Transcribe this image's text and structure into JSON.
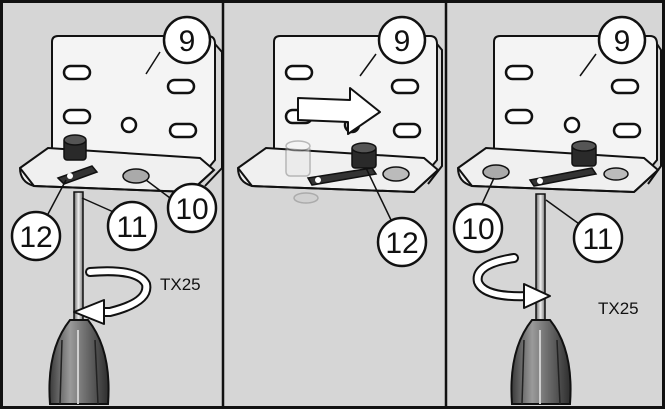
{
  "panels": [
    {
      "id": "step-1",
      "callouts": [
        {
          "id": "bracket",
          "label": "9"
        },
        {
          "id": "pin",
          "label": "10"
        },
        {
          "id": "screw",
          "label": "11"
        },
        {
          "id": "lever",
          "label": "12"
        }
      ],
      "tool_label": "TX25"
    },
    {
      "id": "step-2",
      "callouts": [
        {
          "id": "bracket",
          "label": "9"
        },
        {
          "id": "lever",
          "label": "12"
        }
      ]
    },
    {
      "id": "step-3",
      "callouts": [
        {
          "id": "bracket",
          "label": "9"
        },
        {
          "id": "pin",
          "label": "10"
        },
        {
          "id": "screw",
          "label": "11"
        }
      ],
      "tool_label": "TX25"
    }
  ],
  "colors": {
    "panel_background": "#d6d6d6",
    "bracket": "#f4f4f4",
    "outline": "#111111",
    "highlight_arrow": "#ffffff",
    "screwdriver_handle": "#777777"
  }
}
